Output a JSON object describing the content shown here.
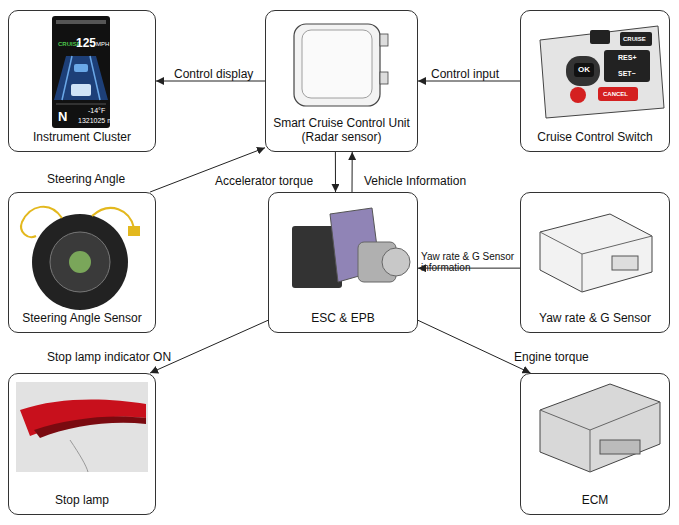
{
  "diagram": {
    "nodes": [
      {
        "text": [
          "Instrument Cluster"
        ]
      },
      {
        "text": [
          "Smart Cruise Control Unit (Radar sensor)"
        ]
      },
      {
        "text": [
          "Cruise Control Switch"
        ]
      },
      {
        "text": [
          "Steering Angle Sensor"
        ]
      },
      {
        "text": [
          "ESC & EPB"
        ]
      },
      {
        "text": [
          "Yaw rate & G Sensor"
        ]
      },
      {
        "text": [
          "Stop lamp"
        ]
      },
      {
        "text": [
          "ECM"
        ]
      }
    ],
    "edges": [
      {
        "from": 1,
        "to": 0,
        "label": "Control display",
        "arrow": "to"
      },
      {
        "from": 2,
        "to": 1,
        "label": "Control input",
        "arrow": "to"
      },
      {
        "from": 3,
        "to": 1,
        "label": "Steering Angle",
        "arrow": "to"
      },
      {
        "from": 1,
        "to": 4,
        "label": "Accelerator torque",
        "arrow": "to"
      },
      {
        "from": 4,
        "to": 1,
        "label": "Vehicle Information",
        "arrow": "to"
      },
      {
        "from": 5,
        "to": 4,
        "label": "Yaw rate & G Sensor information",
        "arrow": "to"
      },
      {
        "from": 4,
        "to": 6,
        "label": "Stop lamp indicator ON",
        "arrow": "to"
      },
      {
        "from": 4,
        "to": 7,
        "label": "Engine torque",
        "arrow": "to"
      }
    ],
    "labels": [
      "CRUISE",
      "125",
      "MPH",
      "N",
      "-14°F",
      "1321025 mi",
      "CRUISE",
      "RES+",
      "OK",
      "SET−",
      "CANCEL"
    ]
  }
}
